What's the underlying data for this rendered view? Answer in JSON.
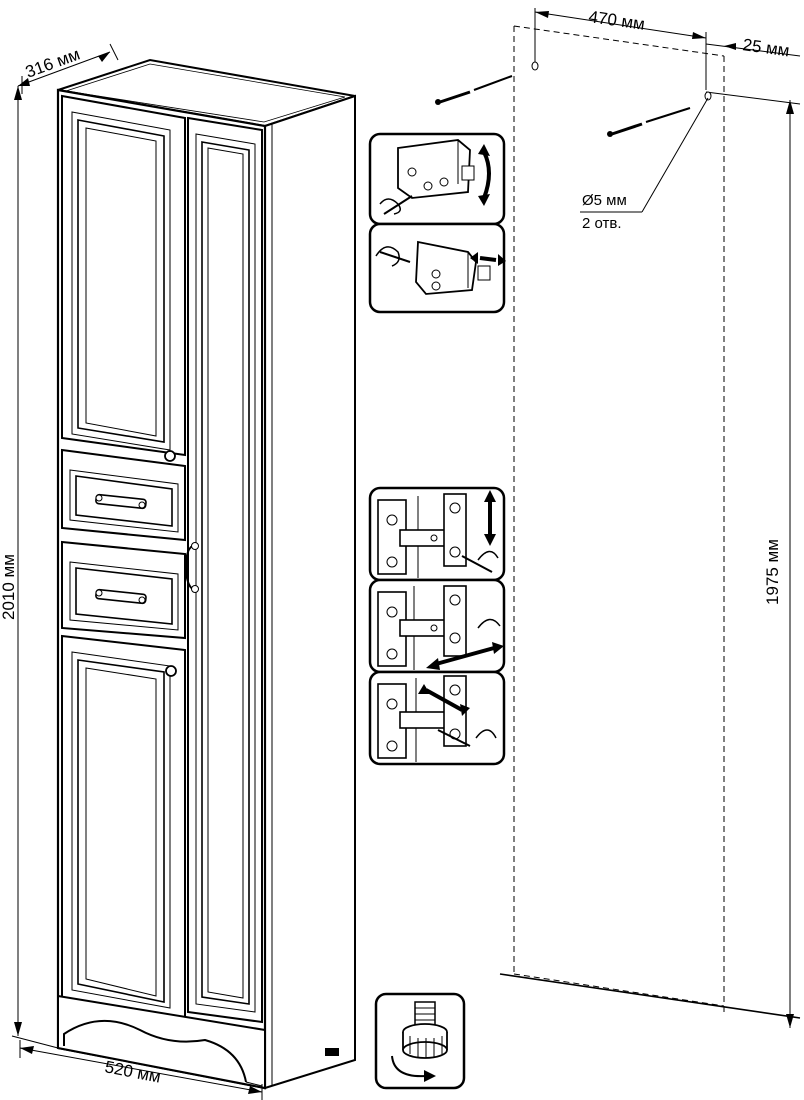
{
  "dimensions": {
    "depth": "316 мм",
    "height": "2010 мм",
    "width": "520 мм",
    "hole_spacing": "470 мм",
    "side_offset": "25 мм",
    "mount_height": "1975 мм"
  },
  "holes": {
    "diameter": "Ø5 мм",
    "count": "2 отв."
  },
  "icons": {
    "cabinet": "tall-cabinet-illustration",
    "bracket_vertical": "bracket-vertical-adjust-icon",
    "bracket_horizontal": "bracket-horizontal-adjust-icon",
    "hinge_vertical": "hinge-vertical-adjust-icon",
    "hinge_horizontal": "hinge-horizontal-adjust-icon",
    "hinge_depth": "hinge-depth-adjust-icon",
    "leg": "adjustable-leg-icon",
    "screw": "screw-icon"
  }
}
